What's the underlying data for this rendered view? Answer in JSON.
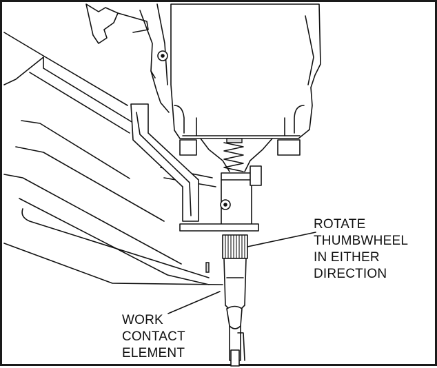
{
  "callouts": {
    "rotate_thumbwheel": {
      "lines": [
        "ROTATE",
        "THUMBWHEEL",
        "IN EITHER",
        "DIRECTION"
      ]
    },
    "work_contact_element": {
      "lines": [
        "WORK",
        "CONTACT",
        "ELEMENT"
      ]
    }
  },
  "colors": {
    "line": "#111111",
    "background": "#ffffff",
    "shade": "#d9d9d9"
  }
}
